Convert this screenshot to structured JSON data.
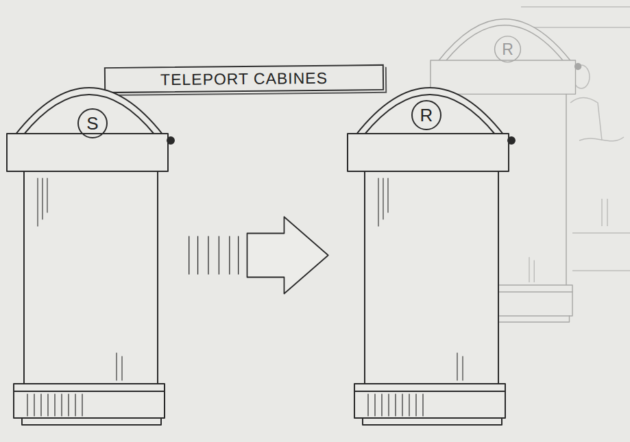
{
  "diagram": {
    "title": "TELEPORT CABINES",
    "nodes": [
      {
        "text": [
          "S"
        ]
      },
      {
        "text": [
          "R"
        ]
      },
      {
        "text": [
          "R"
        ]
      }
    ],
    "edges": [
      {
        "from": 0,
        "to": 1,
        "arrow": "to"
      }
    ]
  }
}
